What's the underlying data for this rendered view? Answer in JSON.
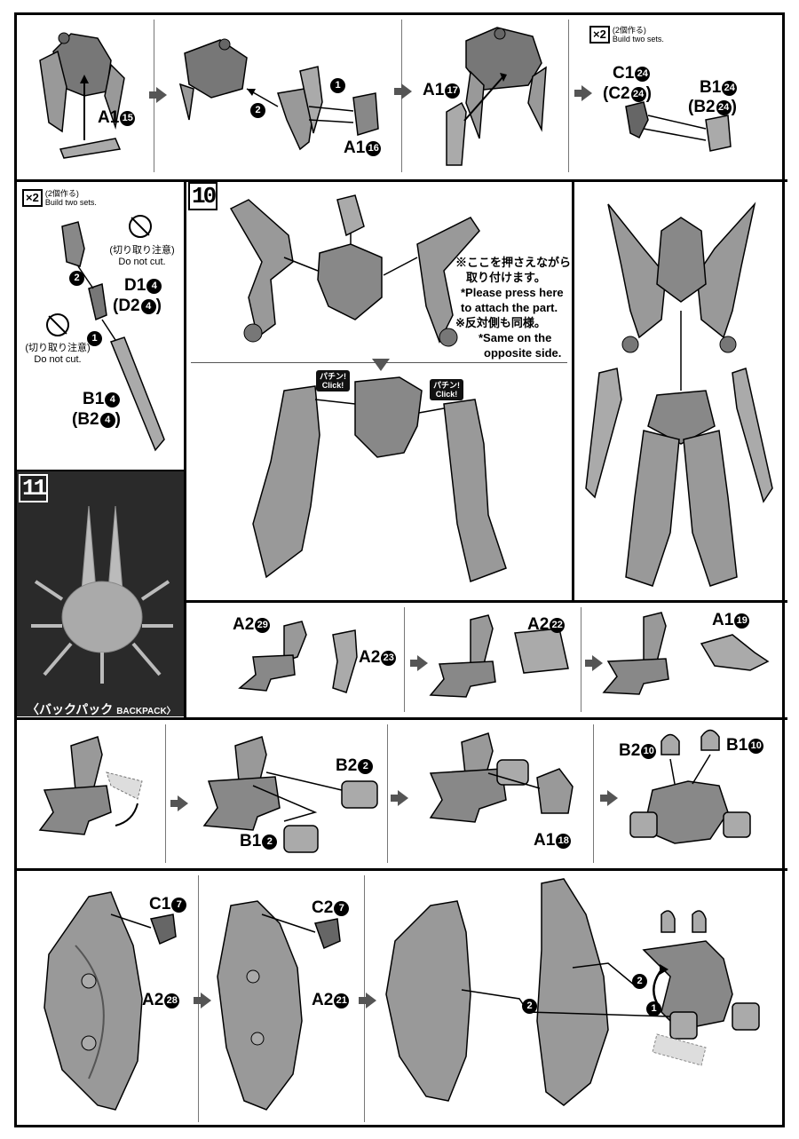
{
  "notes": {
    "build_two_sets_jp": "(2個作る)",
    "build_two_sets_en": "Build two sets.",
    "x2": "×2",
    "no_cut_jp": "(切り取り注意)",
    "no_cut_en": "Do not cut.",
    "press_here_jp_1": "※ここを押さえながら",
    "press_here_jp_2": "取り付けます。",
    "press_here_en_1": "*Please press here",
    "press_here_en_2": "to attach the part.",
    "opposite_jp": "※反対側も同様。",
    "opposite_en_1": "*Same on the",
    "opposite_en_2": "opposite side.",
    "click_jp": "パチン!",
    "click_en": "Click!",
    "backpack_jp": "〈バックパック",
    "backpack_en": "BACKPACK〉"
  },
  "steps": {
    "step10": "10",
    "step11": "11"
  },
  "parts": {
    "a1_15": {
      "prefix": "A1",
      "num": "15"
    },
    "a1_16": {
      "prefix": "A1",
      "num": "16"
    },
    "a1_17": {
      "prefix": "A1",
      "num": "17"
    },
    "c1_24": {
      "prefix": "C1",
      "num": "24"
    },
    "c2_24": {
      "prefix": "(C2",
      "num": "24",
      "suffix": ")"
    },
    "b1_24": {
      "prefix": "B1",
      "num": "24"
    },
    "b2_24": {
      "prefix": "(B2",
      "num": "24",
      "suffix": ")"
    },
    "d1_4": {
      "prefix": "D1",
      "num": "4"
    },
    "d2_4": {
      "prefix": "(D2",
      "num": "4",
      "suffix": ")"
    },
    "b1_4": {
      "prefix": "B1",
      "num": "4"
    },
    "b2_4": {
      "prefix": "(B2",
      "num": "4",
      "suffix": ")"
    },
    "a2_29": {
      "prefix": "A2",
      "num": "29"
    },
    "a2_23": {
      "prefix": "A2",
      "num": "23"
    },
    "a2_22": {
      "prefix": "A2",
      "num": "22"
    },
    "a1_19": {
      "prefix": "A1",
      "num": "19"
    },
    "b2_2": {
      "prefix": "B2",
      "num": "2"
    },
    "b1_2": {
      "prefix": "B1",
      "num": "2"
    },
    "a1_18": {
      "prefix": "A1",
      "num": "18"
    },
    "b2_10": {
      "prefix": "B2",
      "num": "10"
    },
    "b1_10": {
      "prefix": "B1",
      "num": "10"
    },
    "c1_7": {
      "prefix": "C1",
      "num": "7"
    },
    "c2_7": {
      "prefix": "C2",
      "num": "7"
    },
    "a2_28": {
      "prefix": "A2",
      "num": "28"
    },
    "a2_21": {
      "prefix": "A2",
      "num": "21"
    }
  },
  "order_marks": {
    "one": "1",
    "two": "2"
  },
  "colors": {
    "part_fill": "#8c8c8c",
    "part_dark": "#5a5a5a",
    "part_light": "#b4b4b4",
    "panel_dark": "#2a2a2a",
    "arrow": "#555555"
  }
}
